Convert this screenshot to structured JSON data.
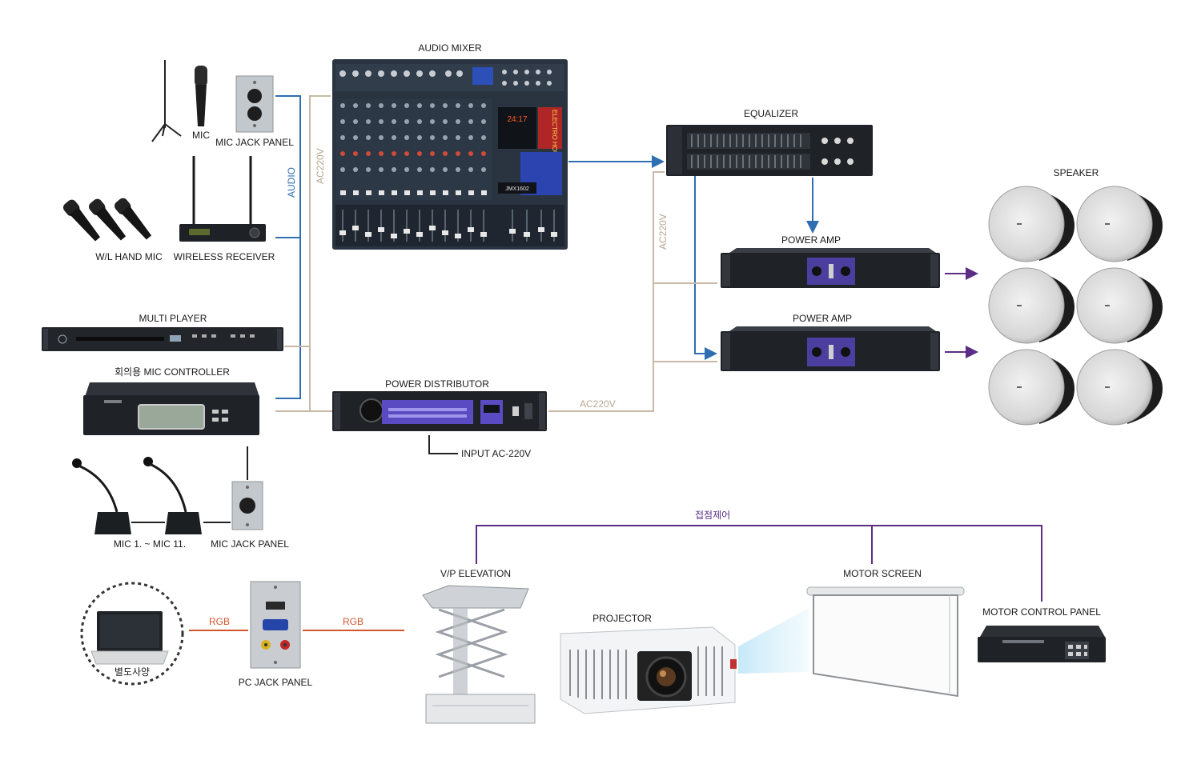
{
  "devices": {
    "audio_mixer": {
      "label": "AUDIO MIXER",
      "model": "JMX1602",
      "display": "24:17",
      "side_text": "ELECTRO HOUSE"
    },
    "mic": {
      "label": "MIC"
    },
    "mic_jack_panel_top": {
      "label": "MIC JACK PANEL"
    },
    "wl_hand_mic": {
      "label": "W/L HAND MIC"
    },
    "wireless_receiver": {
      "label": "WIRELESS RECEIVER"
    },
    "multi_player": {
      "label": "MULTI PLAYER"
    },
    "mic_controller": {
      "label": "회의용 MIC CONTROLLER"
    },
    "conference_mics": {
      "label": "MIC 1. ~ MIC 11."
    },
    "mic_jack_panel_bottom": {
      "label": "MIC JACK PANEL"
    },
    "power_distributor": {
      "label": "POWER DISTRIBUTOR",
      "input_label": "INPUT AC-220V"
    },
    "equalizer": {
      "label": "EQUALIZER"
    },
    "power_amp_1": {
      "label": "POWER AMP"
    },
    "power_amp_2": {
      "label": "POWER AMP"
    },
    "speaker": {
      "label": "SPEAKER"
    },
    "laptop": {
      "label": "별도사양"
    },
    "pc_jack_panel": {
      "label": "PC JACK PANEL"
    },
    "vp_elevation": {
      "label": "V/P ELEVATION"
    },
    "projector": {
      "label": "PROJECTOR"
    },
    "motor_screen": {
      "label": "MOTOR SCREEN"
    },
    "motor_control_panel": {
      "label": "MOTOR CONTROL PANEL"
    }
  },
  "wire_labels": {
    "audio": "AUDIO",
    "ac_mixer": "AC220V",
    "ac_amp": "AC220V",
    "ac_distributor": "AC220V",
    "rgb_left": "RGB",
    "rgb_right": "RGB",
    "contact_control": "접점제어"
  },
  "colors": {
    "audio_wire": "#2f6fb1",
    "power_wire": "#c8b9a6",
    "control_wire": "#5b2d86",
    "rgb_wire": "#d2562a",
    "device_dark": "#23262b",
    "device_accent": "#4b3e9e"
  }
}
